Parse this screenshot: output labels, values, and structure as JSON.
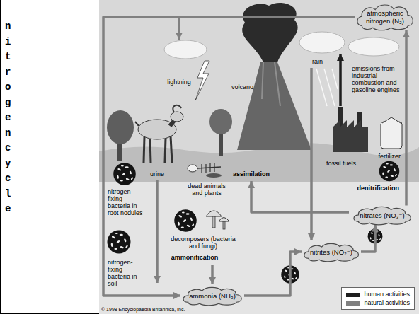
{
  "diagram": {
    "title": "nitrogen cycle",
    "nodes": [
      {
        "text": [
          "atmospheric nitrogen (N₂)"
        ]
      },
      {
        "text": [
          "nitrates (NO₃⁻)"
        ]
      },
      {
        "text": [
          "nitrites (NO₂⁻)"
        ]
      },
      {
        "text": [
          "ammonia (NH₃)"
        ]
      }
    ],
    "edges": [
      {
        "from": 0,
        "to": 3,
        "arrow": "to"
      },
      {
        "from": 3,
        "to": 2,
        "arrow": "to"
      },
      {
        "from": 2,
        "to": 1,
        "arrow": "to"
      },
      {
        "from": 1,
        "to": 0,
        "arrow": "to",
        "label": "denitrification"
      }
    ],
    "labels": [
      "lightning",
      "volcano",
      "rain",
      "emissions from industrial combustion and gasoline engines",
      "urine",
      "assimilation",
      "fossil fuels",
      "fertilizer",
      "nitrogen-fixing bacteria in root nodules",
      "dead animals and plants",
      "nitrogen-fixing bacteria in soil",
      "decomposers (bacteria and fungi)",
      "ammonification",
      "© 1998 Encyclopaedia Britannica, Inc."
    ],
    "legend": [
      {
        "text": "human activities",
        "color": "#1e1e1e"
      },
      {
        "text": "natural activities",
        "color": "#808080"
      }
    ]
  }
}
